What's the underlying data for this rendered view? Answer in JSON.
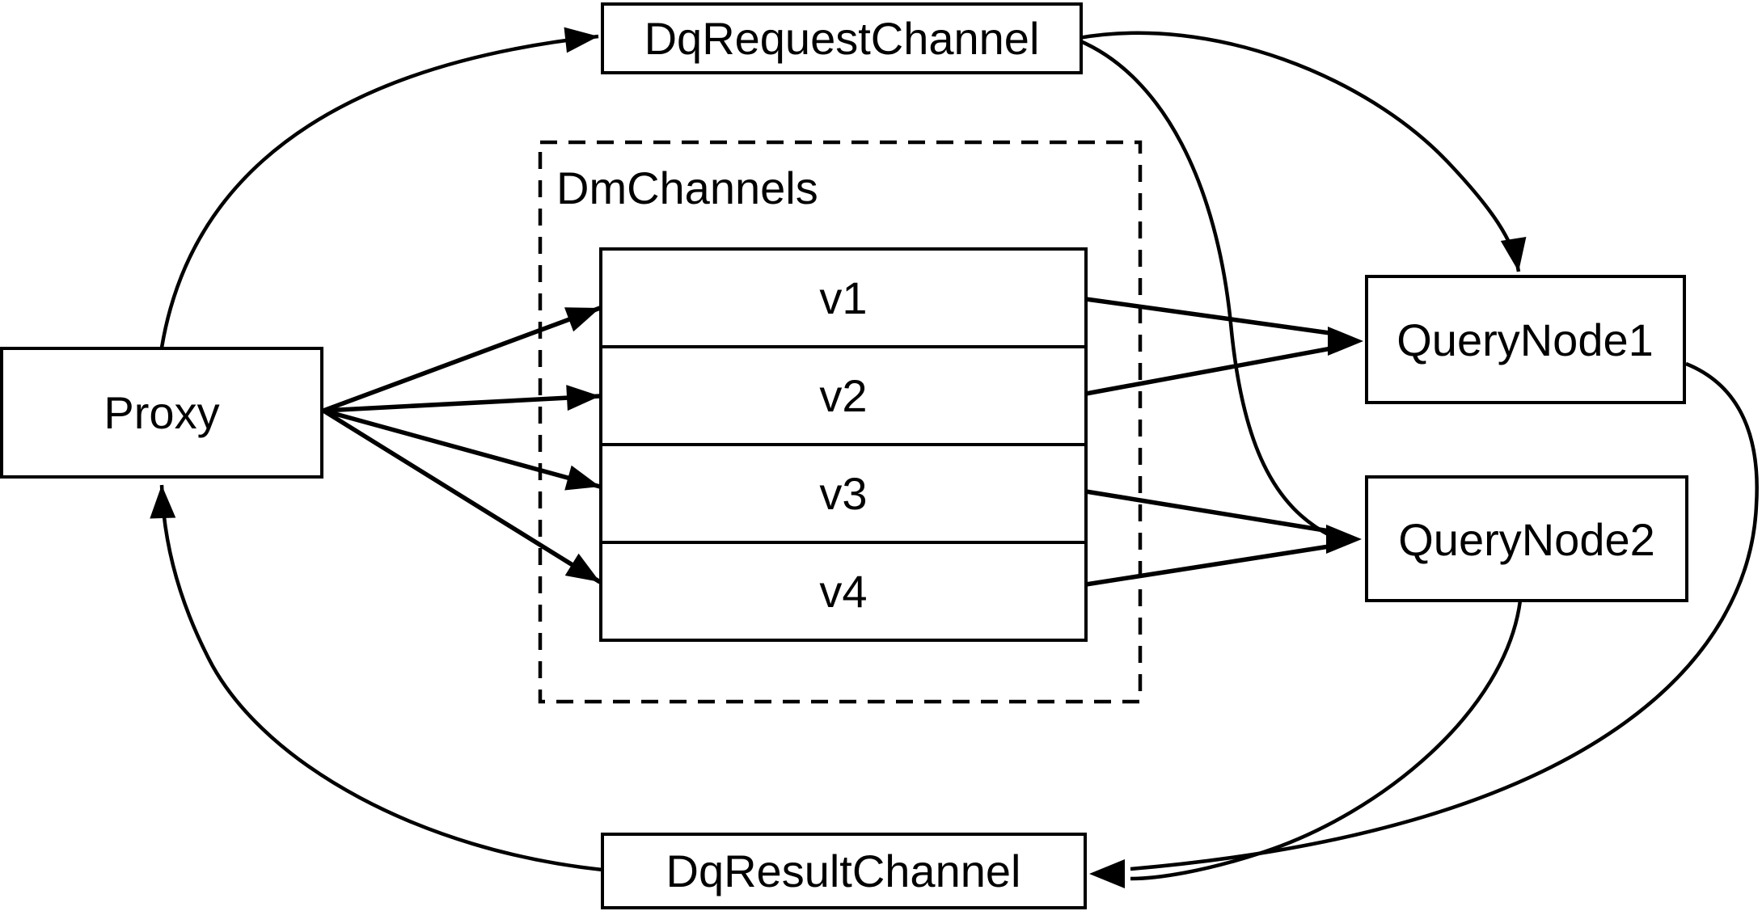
{
  "diagram": {
    "type": "flow-diagram",
    "background": "#ffffff",
    "line_color": "#000000",
    "text_color": "#000000",
    "box_fill": "#ffffff",
    "nodes": {
      "proxy": "Proxy",
      "dq_request_channel": "DqRequestChannel",
      "dm_channels_group": "DmChannels",
      "channels": [
        "v1",
        "v2",
        "v3",
        "v4"
      ],
      "query_node1": "QueryNode1",
      "query_node2": "QueryNode2",
      "dq_result_channel": "DqResultChannel"
    },
    "edges": [
      {
        "from": "Proxy",
        "to": "DqRequestChannel"
      },
      {
        "from": "Proxy",
        "to": "v1"
      },
      {
        "from": "Proxy",
        "to": "v2"
      },
      {
        "from": "Proxy",
        "to": "v3"
      },
      {
        "from": "Proxy",
        "to": "v4"
      },
      {
        "from": "v1",
        "to": "QueryNode1"
      },
      {
        "from": "v2",
        "to": "QueryNode1"
      },
      {
        "from": "v3",
        "to": "QueryNode2"
      },
      {
        "from": "v4",
        "to": "QueryNode2"
      },
      {
        "from": "DqRequestChannel",
        "to": "QueryNode1"
      },
      {
        "from": "DqRequestChannel",
        "to": "QueryNode2"
      },
      {
        "from": "QueryNode1",
        "to": "DqResultChannel"
      },
      {
        "from": "QueryNode2",
        "to": "DqResultChannel"
      },
      {
        "from": "DqResultChannel",
        "to": "Proxy"
      }
    ]
  }
}
